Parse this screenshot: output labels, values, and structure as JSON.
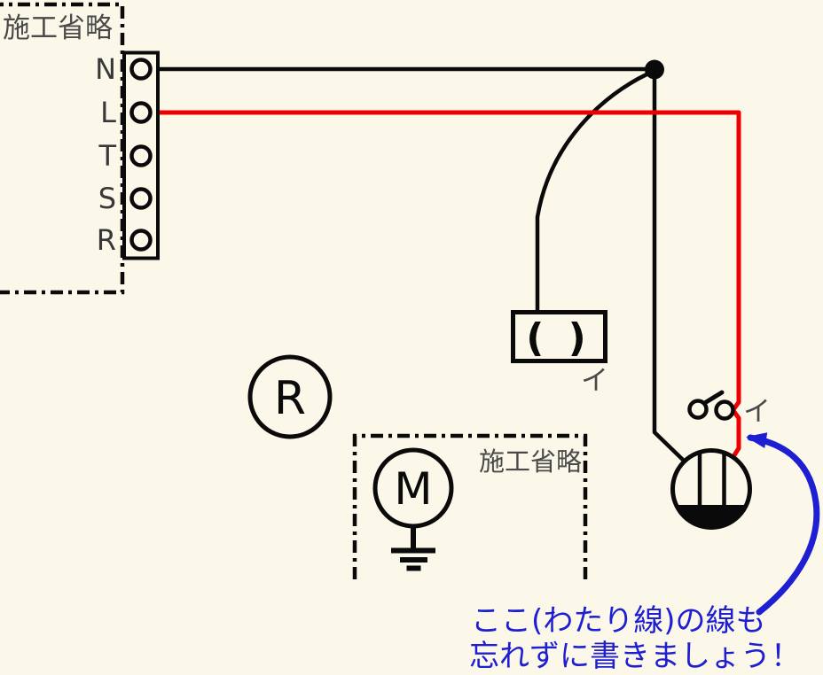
{
  "colors": {
    "background": "#FBF7E9",
    "wire_black": "#0A0A0A",
    "wire_red": "#EE0000",
    "annotation_blue": "#1E1ED2",
    "muted_gray": "#4A4A4A",
    "terminal_label_gray": "#383838"
  },
  "source_panel": {
    "label": "施工省略",
    "terminals": [
      "N",
      "L",
      "T",
      "S",
      "R"
    ]
  },
  "blank_device": {
    "value": "( )",
    "circuit_mark": "イ"
  },
  "ringer": {
    "letter": "R"
  },
  "motor_panel": {
    "label": "施工省略",
    "letter": "M"
  },
  "switch": {
    "circuit_mark": "イ"
  },
  "annotation": {
    "line1": "ここ(わたり線)の線も",
    "line2": "忘れずに書きましょう！"
  }
}
